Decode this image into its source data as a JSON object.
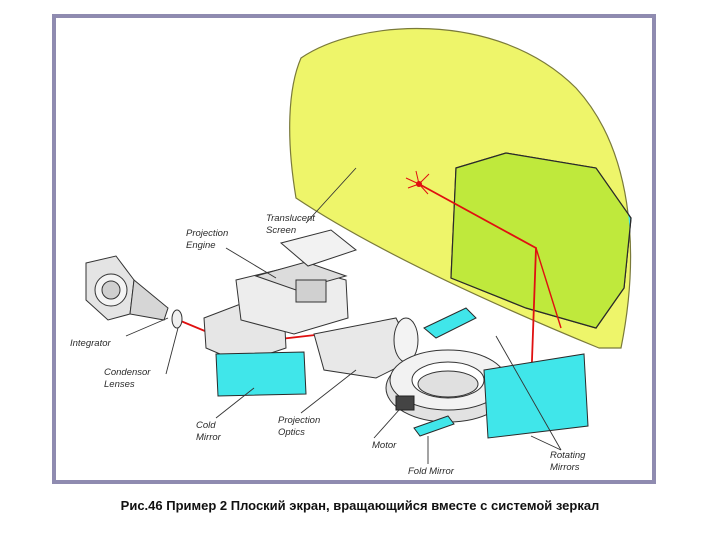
{
  "caption": "Рис.46 Пример 2 Плоский экран, вращающийся вместе с системой зеркал",
  "labels": {
    "translucent_screen": [
      "Translucent",
      "Screen"
    ],
    "projection_engine": [
      "Projection",
      "Engine"
    ],
    "integrator": [
      "Integrator"
    ],
    "condensor_lenses": [
      "Condensor",
      "Lenses"
    ],
    "cold_mirror": [
      "Cold",
      "Mirror"
    ],
    "projection_optics": [
      "Projection",
      "Optics"
    ],
    "motor": [
      "Motor"
    ],
    "fold_mirror": [
      "Fold Mirror"
    ],
    "rotating_mirrors": [
      "Rotating",
      "Mirrors"
    ]
  },
  "colors": {
    "frame_border": "#8f8bb0",
    "screen_yellow": "#eef56a",
    "mirror_cyan": "#40e6ea",
    "beam_red": "#e01010",
    "device_gray": "#e4e4e4",
    "line": "#3a3a3a"
  }
}
